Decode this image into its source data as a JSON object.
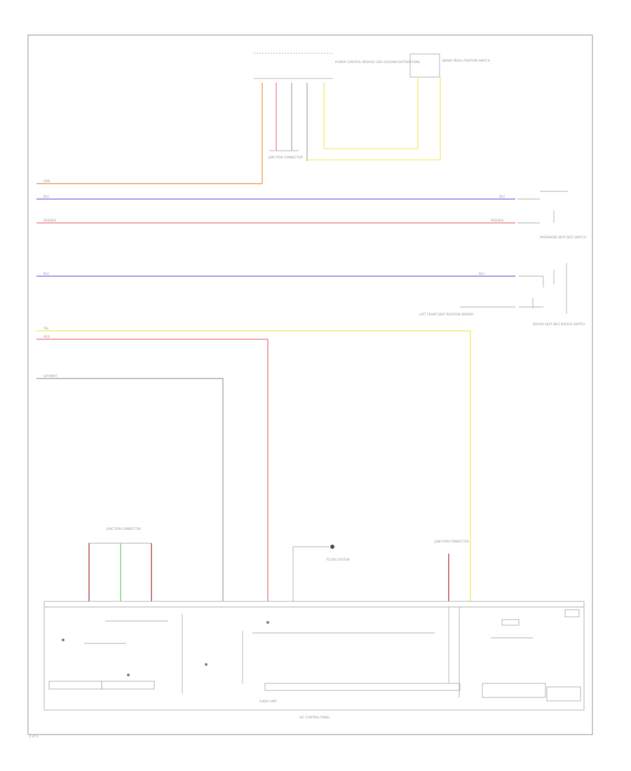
{
  "wire_colors": {
    "orange": "#f5b07a",
    "blue": "#9a9cf0",
    "pink": "#f4a0a8",
    "yellow": "#f5f08a",
    "gray": "#b0b0b0",
    "green": "#9ee09e",
    "dark_red": "#c87878",
    "black": "#555555"
  },
  "wire_labels": {
    "orange_left": "ORN",
    "blue1_left": "BLU",
    "blue1_right": "BLU",
    "pink_left": "RED/BLK",
    "pink_right": "RED/BLK",
    "blue2_left": "BLU",
    "blue2_right": "BLU",
    "yellow_left": "YEL",
    "red_left": "RED",
    "gray_left": "GRY/WHT"
  },
  "components": {
    "top_connector": "POWER CONTROL MODULE (SEE GROUND DISTRIBUTION)",
    "top_switch": "BRAKE PEDAL POSITION SWITCH",
    "junction_top": "JUNCTION CONNECTOR",
    "right_sensor_upper": "PASSENGER SEAT BELT SWITCH",
    "right_sensor_lower": "DRIVER SEAT BELT BUCKLE SWITCH",
    "right_sensor_note": "LEFT FRONT SEAT POSITION SENSOR",
    "bottom_junction_left": "JUNCTION CONNECTOR",
    "bottom_junction_right": "JUNCTION CONNECTOR",
    "ground_note": "TO SRS SYSTEM",
    "unit_title": "AUDIO UNIT",
    "control_panel": "A/C CONTROL PANEL",
    "page_number": "4 of 4"
  }
}
